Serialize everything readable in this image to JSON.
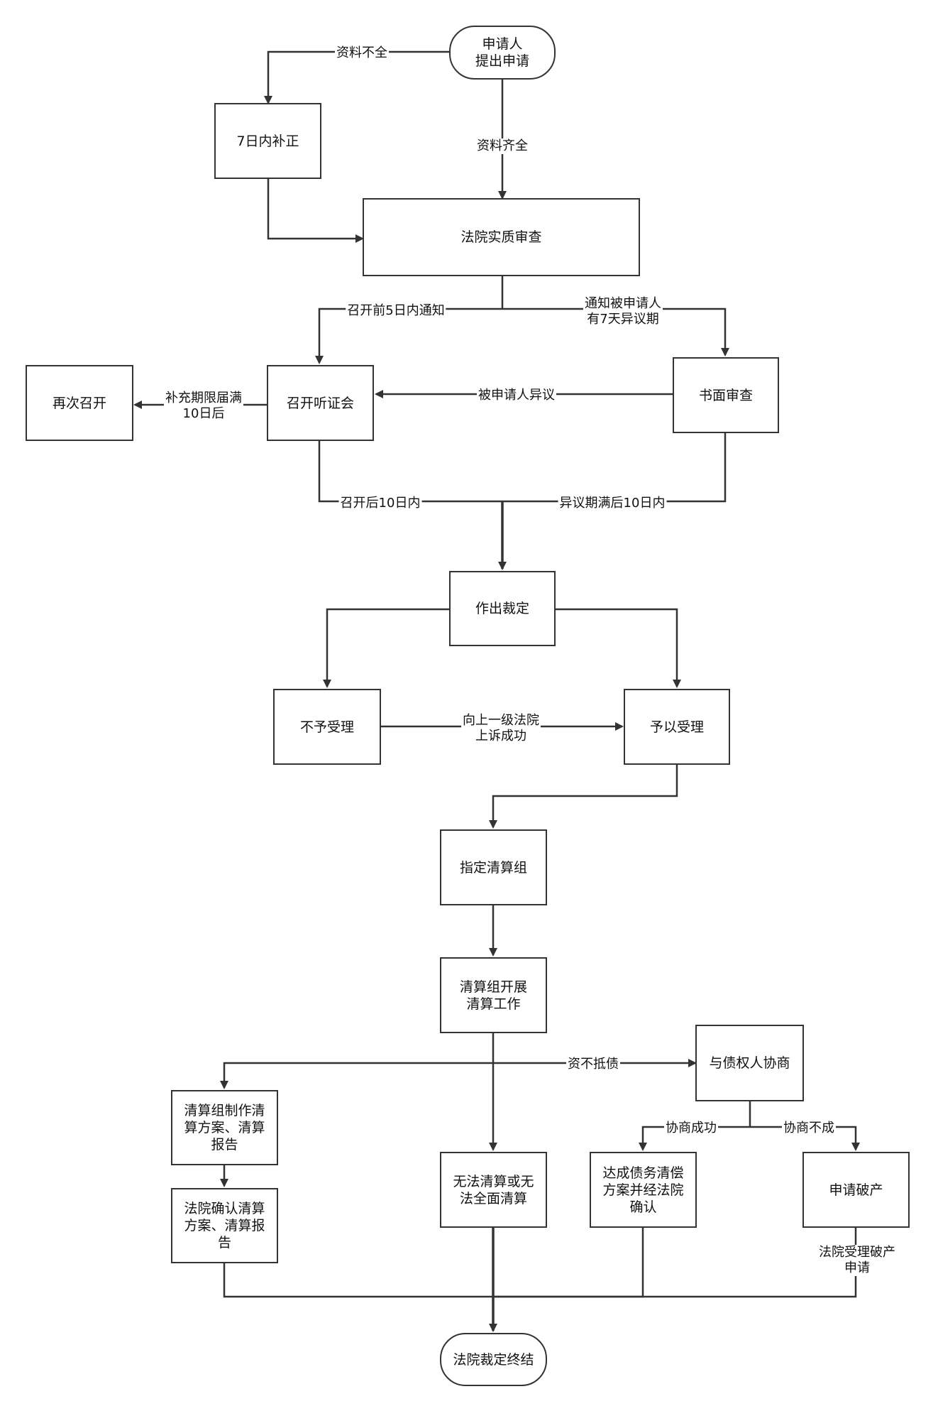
{
  "nodes": {
    "apply": "申请人\n提出申请",
    "supplement": "7日内补正",
    "review": "法院实质审查",
    "retry_hearing": "再次召开",
    "hearing": "召开听证会",
    "written_review": "书面审查",
    "ruling": "作出裁定",
    "reject": "不予受理",
    "accept": "予以受理",
    "assign_team": "指定清算组",
    "team_work": "清算组开展\n清算工作",
    "make_plan": "清算组制作清\n算方案、清算\n报告",
    "court_confirm": "法院确认清算\n方案、清算报\n告",
    "cannot_liquidate": "无法清算或无\n法全面清算",
    "negotiate": "与债权人协商",
    "settlement": "达成债务清偿\n方案并经法院\n确认",
    "bankruptcy": "申请破产",
    "end": "法院裁定终结"
  },
  "edges": {
    "incomplete": "资料不全",
    "complete": "资料齐全",
    "notice_5days": "召开前5日内通知",
    "notice_respondent": "通知被申请人\n有7天异议期",
    "extension_expired": "补充期限届满\n10日后",
    "respondent_objection": "被申请人异议",
    "within_10_after_hearing": "召开后10日内",
    "within_10_after_objection": "异议期满后10日内",
    "appeal_success": "向上一级法院\n上诉成功",
    "insolvent": "资不抵债",
    "negotiation_success": "协商成功",
    "negotiation_failed": "协商不成",
    "court_accepts_bankruptcy": "法院受理破产申请"
  },
  "colors": {
    "line": "#333333",
    "text": "#111111",
    "background": "#ffffff"
  }
}
